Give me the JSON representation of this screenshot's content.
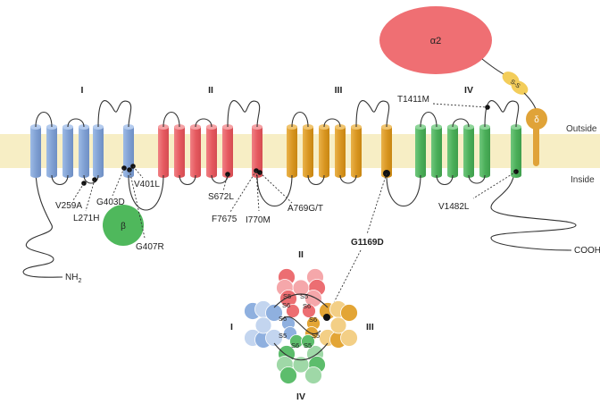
{
  "domains": {
    "I": "I",
    "II": "II",
    "III": "III",
    "IV": "IV"
  },
  "sides": {
    "outside": "Outside",
    "inside": "Inside"
  },
  "termini": {
    "n": "NH",
    "n_sub": "2",
    "c": "COOH"
  },
  "subunits": {
    "alpha2": "α2",
    "beta": "β",
    "delta": "δ",
    "ss": "S-S"
  },
  "mutations": {
    "v259a": "V259A",
    "l271h": "L271H",
    "g403d": "G403D",
    "v401l": "V401L",
    "g407r": "G407R",
    "s672l": "S672L",
    "f7675": "F7675",
    "i770m": "I770M",
    "a769gt": "A769G/T",
    "g1169d": "G1169D",
    "t1411m": "T1411M",
    "v1482l": "V1482L"
  },
  "pore": {
    "domain_labels": {
      "I": "I",
      "II": "II",
      "III": "III",
      "IV": "IV"
    },
    "segments": {
      "s5": "S5",
      "s6": "S6"
    }
  },
  "colors": {
    "domain_I": "#8fb0df",
    "domain_II": "#ec6e72",
    "domain_III": "#e3a535",
    "domain_IV": "#5dbd6c",
    "membrane": "#f7eec5",
    "alpha2": "#ef6f73",
    "beta": "#4fb85c",
    "delta": "#e0a338",
    "ss_link": "#f3cd5a"
  }
}
